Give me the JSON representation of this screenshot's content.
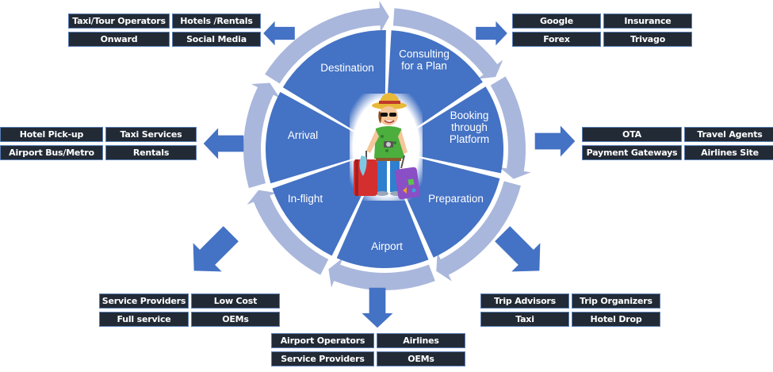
{
  "diagram": {
    "title": "Traveler Journey Cycle",
    "colors": {
      "segment_fill": "#4472c4",
      "ring_fill": "#aab7dc",
      "arrow_fill": "#4472c4",
      "box_fill": "#222a35",
      "box_border": "#5b7fb8",
      "text": "#ffffff"
    },
    "center_image": "traveler-with-luggage-illustration",
    "stages": [
      {
        "id": "consulting",
        "label_lines": [
          "Consulting",
          "for a Plan"
        ]
      },
      {
        "id": "booking",
        "label_lines": [
          "Booking",
          "through",
          "Platform"
        ]
      },
      {
        "id": "preparation",
        "label_lines": [
          "Preparation"
        ]
      },
      {
        "id": "airport",
        "label_lines": [
          "Airport"
        ]
      },
      {
        "id": "inflight",
        "label_lines": [
          "In-flight"
        ]
      },
      {
        "id": "arrival",
        "label_lines": [
          "Arrival"
        ]
      },
      {
        "id": "destination",
        "label_lines": [
          "Destination"
        ]
      }
    ],
    "groups": {
      "destination": [
        "Taxi/Tour Operators",
        "Hotels /Rentals",
        "Onward",
        "Social Media"
      ],
      "consulting": [
        "Google",
        "Insurance",
        "Forex",
        "Trivago"
      ],
      "arrival": [
        "Hotel Pick-up",
        "Taxi Services",
        "Airport Bus/Metro",
        "Rentals"
      ],
      "booking": [
        "OTA",
        "Travel Agents",
        "Payment Gateways",
        "Airlines Site"
      ],
      "inflight": [
        "Service Providers",
        "Low Cost",
        "Full service",
        "OEMs"
      ],
      "airport": [
        "Airport Operators",
        "Airlines",
        "Service Providers",
        "OEMs"
      ],
      "preparation": [
        "Trip Advisors",
        "Trip Organizers",
        "Taxi",
        "Hotel Drop"
      ]
    }
  }
}
